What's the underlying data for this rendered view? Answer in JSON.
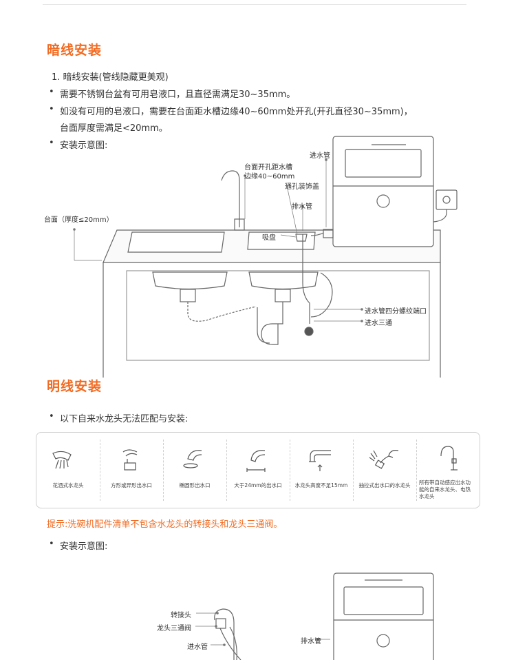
{
  "sections": {
    "concealed": {
      "title": "暗线安装",
      "item1": "1. 暗线安装(管线隐藏更美观)",
      "bullet1": "需要不锈钢台盆有可用皂液口，且直径需满足30~35mm。",
      "bullet2_line1": "如没有可用的皂液口，需要在台面距水槽边缘40~60mm处开孔(开孔直径30~35mm)，",
      "bullet2_line2": "台面厚度需满足<20mm。",
      "bullet3": "安装示意图:"
    },
    "exposed": {
      "title": "明线安装",
      "bullet1": "以下自来水龙头无法匹配与安装:",
      "tip": "提示:洗碗机配件清单不包含水龙头的转接头和龙头三通阀。",
      "bullet2": "安装示意图:"
    }
  },
  "diagram1": {
    "labels": {
      "inlet_pipe": "进水管",
      "hole_line1": "台面开孔距水槽",
      "hole_line2": "边缘40~60mm",
      "cover": "通孔装饰盖",
      "drain": "排水管",
      "countertop": "台面（厚度≤20mm）",
      "suction": "吸盘",
      "inlet_port": "进水管四分螺纹端口",
      "tee": "进水三通"
    }
  },
  "faucets": [
    {
      "caption": "花洒式水龙头",
      "icon": "shower-faucet-icon"
    },
    {
      "caption": "方形或异形出水口",
      "icon": "square-outlet-icon"
    },
    {
      "caption": "椭圆形出水口",
      "icon": "oval-outlet-icon"
    },
    {
      "caption": "大于24mm的出水口",
      "icon": "wide-outlet-icon"
    },
    {
      "caption": "水龙头高度不足15mm",
      "icon": "low-faucet-icon"
    },
    {
      "caption": "抽拉式出水口的水龙头",
      "icon": "pullout-faucet-icon"
    },
    {
      "caption_line1": "所有带自动感应出水功",
      "caption_line2": "能的自来水龙头、电热",
      "caption_line3": "水龙头",
      "icon": "sensor-faucet-icon"
    }
  ],
  "diagram2": {
    "labels": {
      "adapter": "转接头",
      "tee_valve": "龙头三通阀",
      "inlet_pipe": "进水管",
      "drain": "排水管"
    }
  },
  "colors": {
    "accent": "#f26b22",
    "line": "#555555",
    "wall": "#f0f0f0"
  }
}
